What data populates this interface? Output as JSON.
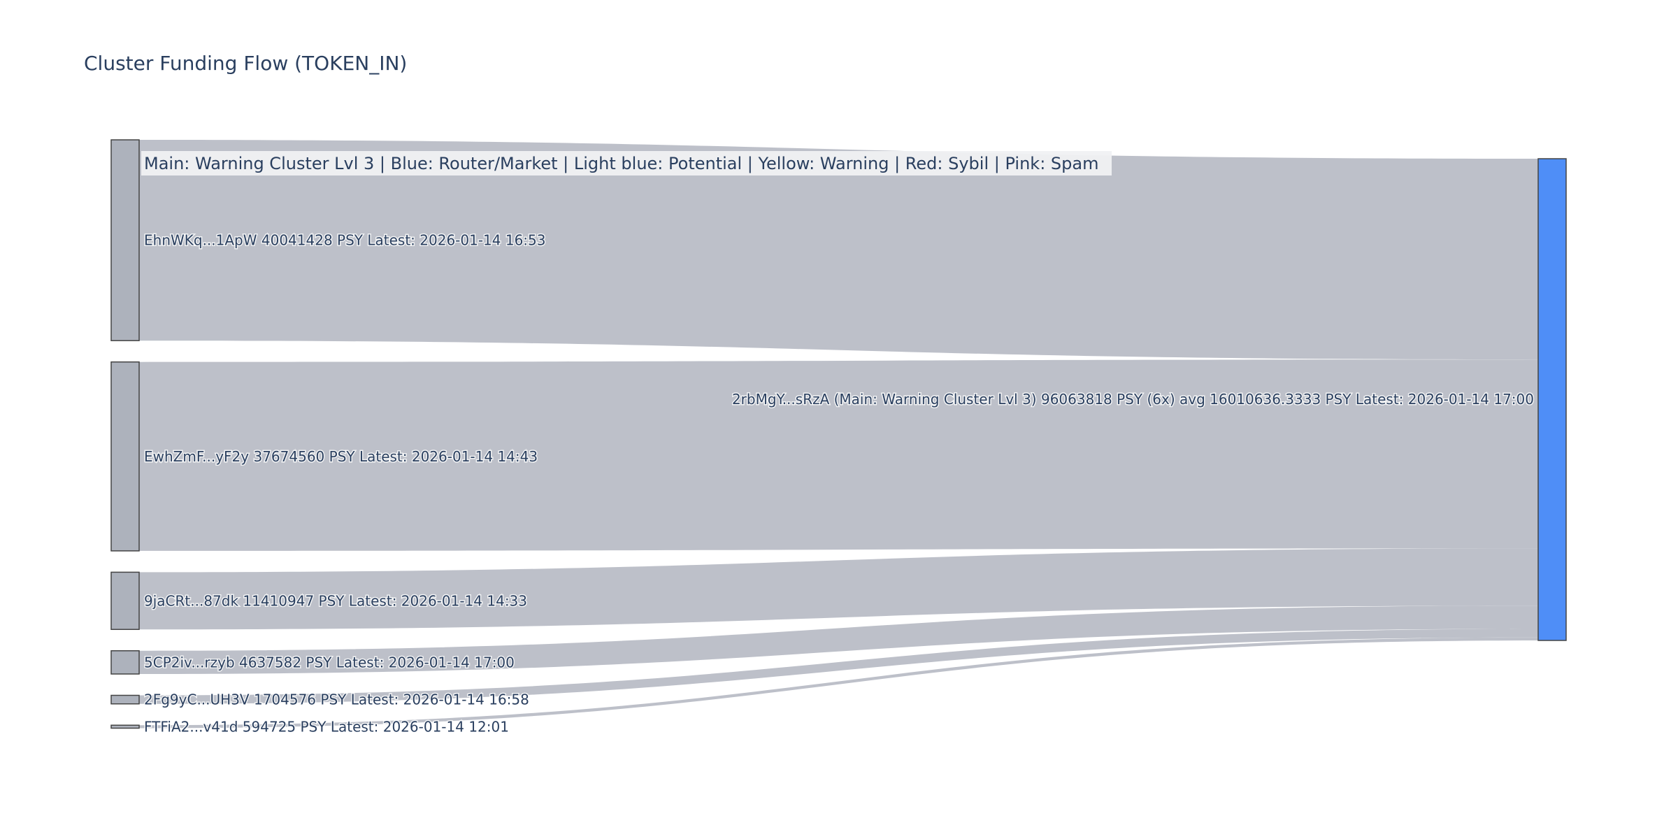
{
  "chart_data": {
    "type": "sankey",
    "title": "Cluster Funding Flow (TOKEN_IN)",
    "annotation": "Main: Warning Cluster Lvl 3  |  Blue: Router/Market | Light blue: Potential | Yellow: Warning | Red: Sybil | Pink: Spam",
    "target": {
      "label": "2rbMgY...sRzA (Main: Warning Cluster Lvl 3) 96063818 PSY (6x) avg 16010636.3333 PSY Latest: 2026-01-14 17:00",
      "value": 96063818,
      "color": "#4f8ef7"
    },
    "sources": [
      {
        "label": "EhnWKq...1ApW 40041428 PSY Latest: 2026-01-14 16:53",
        "value": 40041428
      },
      {
        "label": "EwhZmF...yF2y 37674560 PSY Latest: 2026-01-14 14:43",
        "value": 37674560
      },
      {
        "label": "9jaCRt...87dk 11410947 PSY Latest: 2026-01-14 14:33",
        "value": 11410947
      },
      {
        "label": "5CP2iv...rzyb 4637582 PSY Latest: 2026-01-14 17:00",
        "value": 4637582
      },
      {
        "label": "2Fg9yC...UH3V 1704576 PSY Latest: 2026-01-14 16:58",
        "value": 1704576
      },
      {
        "label": "FTFiA2...v41d 594725 PSY Latest: 2026-01-14 12:01",
        "value": 594725
      }
    ],
    "source_color": "#adb2bc",
    "link_color": "#b9bdc6"
  }
}
